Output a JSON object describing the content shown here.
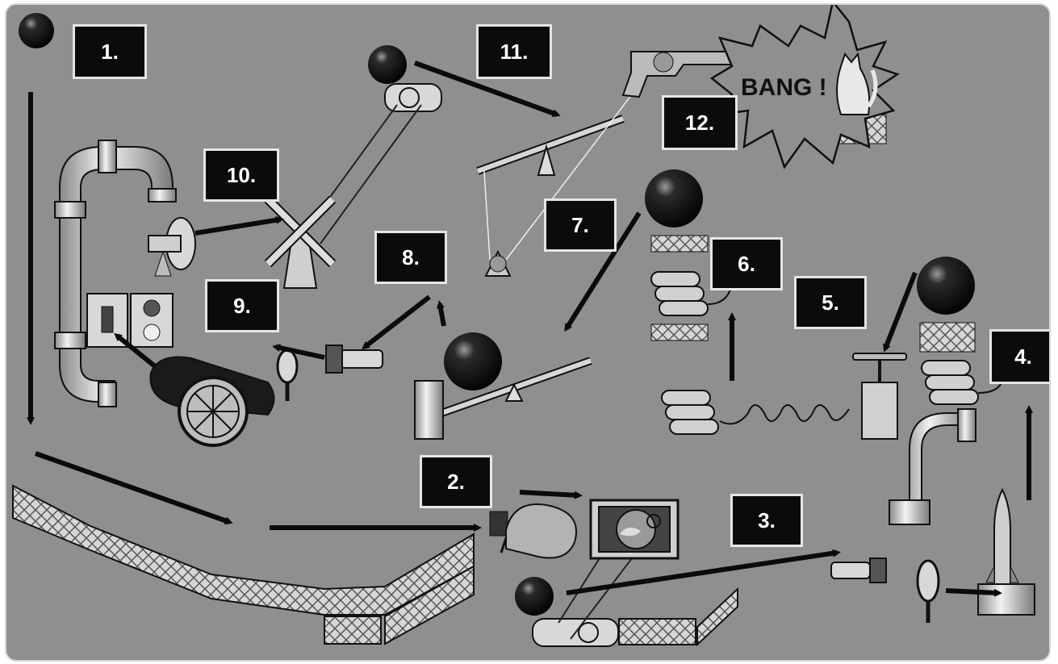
{
  "steps": [
    {
      "label": "1."
    },
    {
      "label": "2."
    },
    {
      "label": "3."
    },
    {
      "label": "4."
    },
    {
      "label": "5."
    },
    {
      "label": "6."
    },
    {
      "label": "7."
    },
    {
      "label": "8."
    },
    {
      "label": "9."
    },
    {
      "label": "10."
    },
    {
      "label": "11."
    },
    {
      "label": "12."
    }
  ],
  "explosion_text": "BANG !",
  "colors": {
    "board": "#8f8f8f",
    "label_bg": "#0b0b0b",
    "label_border": "#e6e6e6",
    "label_text": "#ffffff",
    "arrow": "#0b0b0b"
  },
  "icons": [
    "bowling-ball-icon",
    "pipe-icon",
    "fan-icon",
    "windmill-icon",
    "switch-icon",
    "outlet-icon",
    "cannon-icon",
    "magnifying-glass-icon",
    "flashlight-icon",
    "seesaw-icon",
    "revolver-icon",
    "cat-icon",
    "pulley-icon",
    "dynamite-icon",
    "detonator-icon",
    "boxing-glove-icon",
    "mouse-cage-icon",
    "rocket-icon",
    "mirror-icon",
    "conveyor-belt-icon",
    "brick-wall-icon"
  ]
}
